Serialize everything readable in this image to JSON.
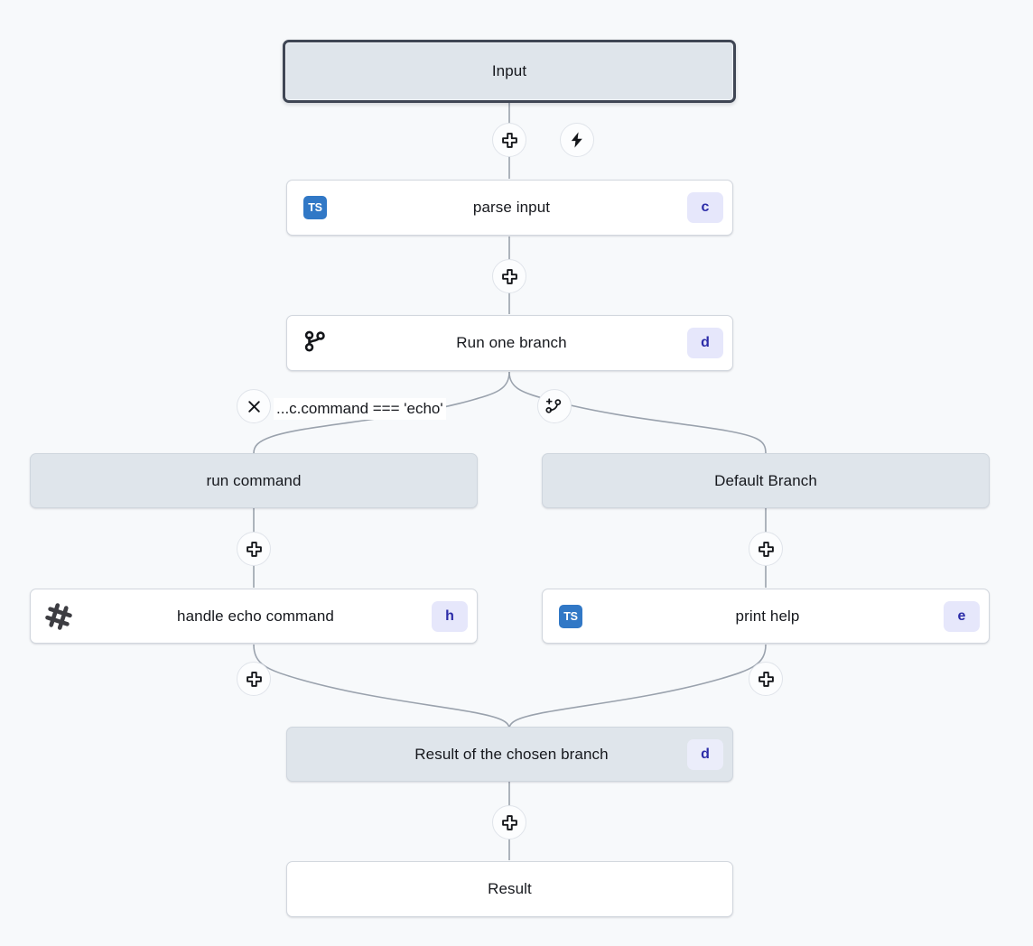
{
  "canvas": {
    "background": "#f7f9fb",
    "node_gray": "#dfe5eb",
    "node_white": "#ffffff",
    "badge_bg": "#e6e7fb",
    "badge_fg": "#2c2ca8",
    "ts_blue": "#3178c6",
    "edge_color": "#9aa2ad",
    "selected_border": "#3f4654"
  },
  "nodes": {
    "input": {
      "label": "Input",
      "badge": "",
      "icon": "none"
    },
    "parse_input": {
      "label": "parse input",
      "badge": "c",
      "icon": "typescript-icon"
    },
    "run_branch": {
      "label": "Run one branch",
      "badge": "d",
      "icon": "git-branch-icon"
    },
    "run_command": {
      "label": "run command",
      "badge": "",
      "icon": "none"
    },
    "default_branch": {
      "label": "Default Branch",
      "badge": "",
      "icon": "none"
    },
    "handle_echo": {
      "label": "handle echo command",
      "badge": "h",
      "icon": "hash-icon"
    },
    "print_help": {
      "label": "print help",
      "badge": "e",
      "icon": "typescript-icon"
    },
    "branch_result": {
      "label": "Result of the chosen branch",
      "badge": "d",
      "icon": "none"
    },
    "result": {
      "label": "Result",
      "badge": "",
      "icon": "none"
    }
  },
  "ts_icon_text": "TS",
  "edge_labels": {
    "condition": "...c.command === 'echo'"
  },
  "controls": {
    "add_step_icon": "plus-icon",
    "trigger_icon": "lightning-icon",
    "remove_branch_icon": "close-icon",
    "add_branch_icon": "git-branch-plus-icon"
  }
}
